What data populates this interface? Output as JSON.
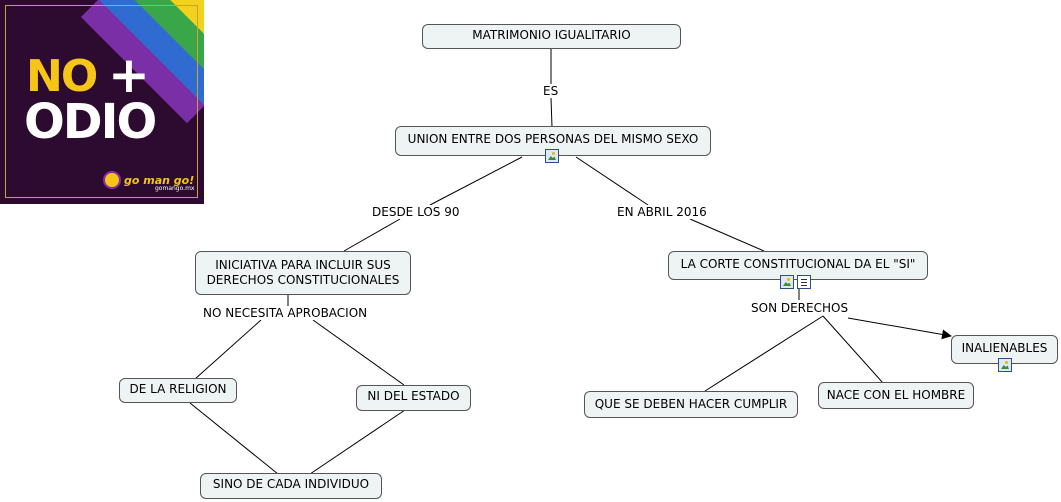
{
  "logo": {
    "line1": "NO",
    "plus": "+",
    "line2": "ODIO",
    "brand": "go man go!",
    "brand_sub": "gomango.mx"
  },
  "nodes": {
    "matrimonio": "MATRIMONIO IGUALITARIO",
    "union": "UNION ENTRE DOS PERSONAS DEL MISMO SEXO",
    "iniciativa_l1": "INICIATIVA PARA INCLUIR SUS",
    "iniciativa_l2": "DERECHOS CONSTITUCIONALES",
    "corte": "LA CORTE CONSTITUCIONAL DA EL \"SI\"",
    "religion": "DE LA RELIGION",
    "estado": "NI DEL ESTADO",
    "individuo": "SINO DE CADA INDIVIDUO",
    "cumplir": "QUE SE DEBEN HACER CUMPLIR",
    "hombre": "NACE CON EL HOMBRE",
    "inalienables": "INALIENABLES"
  },
  "links": {
    "es": "ES",
    "desde": "DESDE LOS 90",
    "abril": "EN ABRIL 2016",
    "no_necesita": "NO NECESITA APROBACION",
    "son_derechos": "SON DERECHOS"
  }
}
